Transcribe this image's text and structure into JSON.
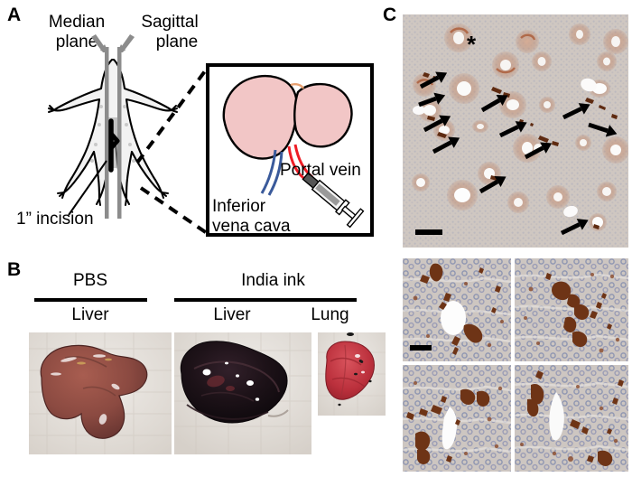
{
  "figure": {
    "panels": [
      {
        "letter": "A",
        "name": "surgical-schematic"
      },
      {
        "letter": "B",
        "name": "gross-tissue-photos"
      },
      {
        "letter": "C",
        "name": "histology-ihc"
      }
    ]
  },
  "panelA": {
    "letter": "A",
    "labels": {
      "median_plane": "Median\nplane",
      "median_plane_line1": "Median",
      "median_plane_line2": "plane",
      "sagittal_plane_line1": "Sagittal",
      "sagittal_plane_line2": "plane",
      "incision": "1” incision",
      "portal_vein": "Portal vein",
      "inferior_vena_cava_line1": "Inferior",
      "inferior_vena_cava_line2": "vena cava"
    },
    "colors": {
      "liver_fill": "#f2c6c6",
      "liver_stroke": "#000000",
      "portal_vein": "#ee1c25",
      "vena_cava": "#3a5a9b",
      "plane_line": "#8c8c8c",
      "mouse_fill": "#f2f2f2",
      "inset_border": "#000000"
    }
  },
  "panelB": {
    "letter": "B",
    "groups": [
      {
        "name": "PBS",
        "images": [
          {
            "label": "Liver",
            "tissue": "liver-pbs"
          }
        ]
      },
      {
        "name": "India ink",
        "images": [
          {
            "label": "Liver",
            "tissue": "liver-india-ink"
          },
          {
            "label": "Lung",
            "tissue": "lung-india-ink"
          }
        ]
      }
    ],
    "colors": {
      "liver_pbs": "#8e4a42",
      "liver_ink": "#1a1013",
      "lung_ink": "#c0303c",
      "gauze": "#e8e4df"
    }
  },
  "panelC": {
    "letter": "C",
    "overview": {
      "name": "low-magnification-liver-ihc",
      "markers": {
        "asterisk": "*",
        "arrow_count": 11
      },
      "scale_bar": {
        "visible": true
      }
    },
    "insets": [
      {
        "name": "high-mag-top-left",
        "scale_bar": true
      },
      {
        "name": "high-mag-top-right",
        "scale_bar": false
      },
      {
        "name": "high-mag-bottom-left",
        "scale_bar": false
      },
      {
        "name": "high-mag-bottom-right",
        "scale_bar": false
      }
    ],
    "colors": {
      "tissue_base": "#cfc7c1",
      "dab_brown": "#8a4a2a",
      "dab_dark": "#6b3318",
      "hematoxylin_blue": "#7b86ad",
      "vessel_lumen": "#f7f5f3",
      "marker_black": "#000000"
    }
  }
}
